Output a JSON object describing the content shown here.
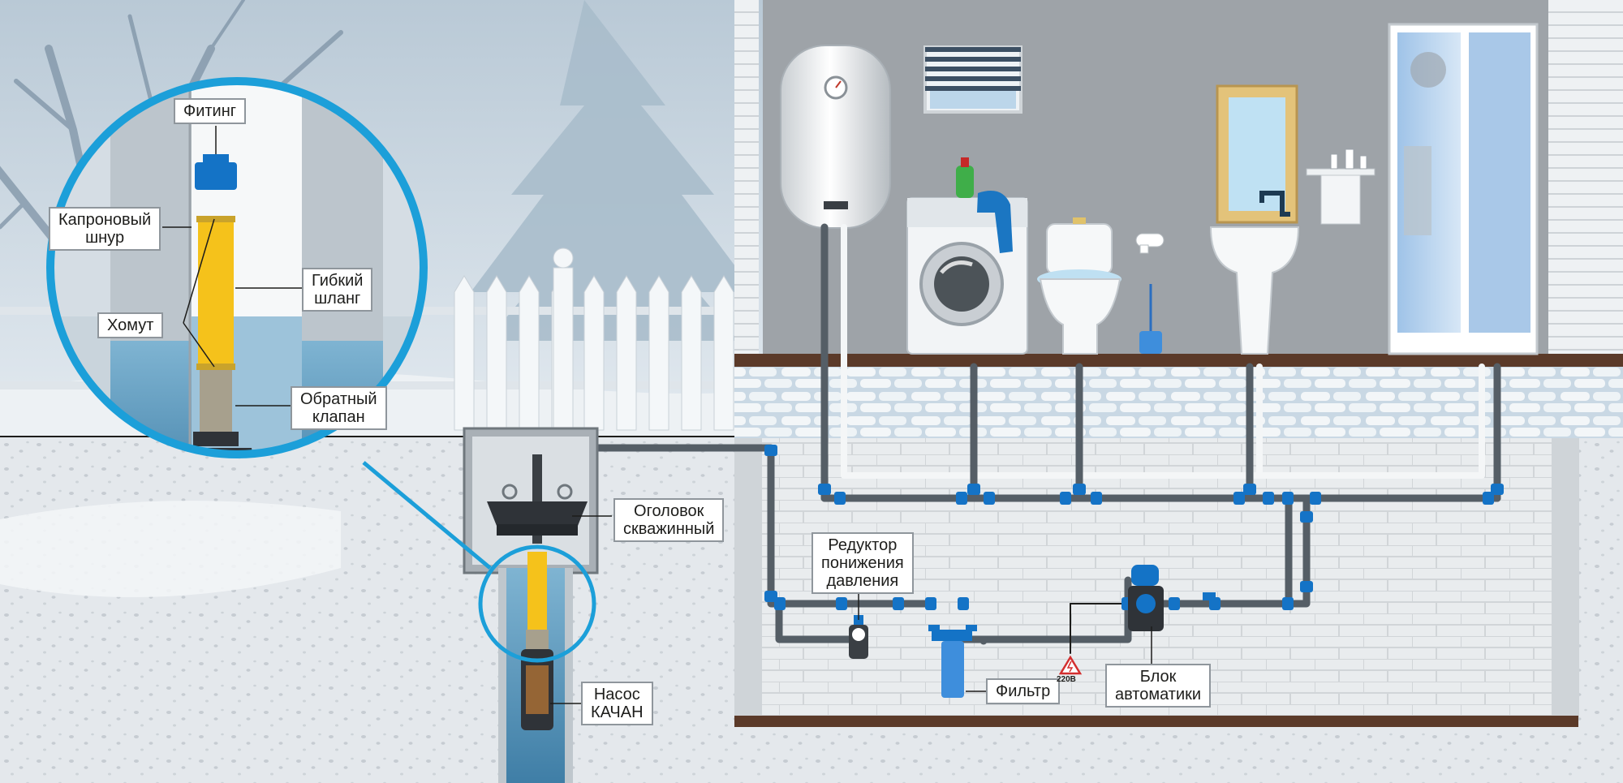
{
  "labels": {
    "fitting": "Фитинг",
    "nylon_cord": [
      "Капроновый",
      "шнур"
    ],
    "flex_hose": [
      "Гибкий",
      "шланг"
    ],
    "clamp": "Хомут",
    "check_valve": [
      "Обратный",
      "клапан"
    ],
    "well_head": [
      "Оголовок",
      "скважинный"
    ],
    "reducer": [
      "Редуктор",
      "понижения",
      "давления"
    ],
    "pump": [
      "Насос",
      "КАЧАН"
    ],
    "filter": "Фильтр",
    "automation": [
      "Блок",
      "автоматики"
    ]
  },
  "voltage_sign": "220В",
  "colors": {
    "pipe_dark": "#555e66",
    "pipe_white": "#f4f6f7",
    "fitting_blue": "#1473c6",
    "callout_ring": "#1c9fd9",
    "hose_yellow": "#f5c21b",
    "water": "#6aa7c9",
    "wall": "#9ea3a8"
  }
}
